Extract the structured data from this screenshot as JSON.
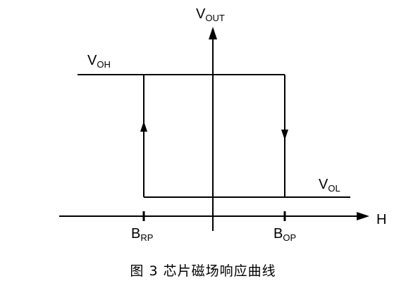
{
  "labels": {
    "v_out": {
      "main": "V",
      "sub": "OUT"
    },
    "v_oh": {
      "main": "V",
      "sub": "OH"
    },
    "v_ol": {
      "main": "V",
      "sub": "OL"
    },
    "b_rp": {
      "main": "B",
      "sub": "RP"
    },
    "b_op": {
      "main": "B",
      "sub": "OP"
    },
    "h_axis": "H"
  },
  "caption": "图 3 芯片磁场响应曲线",
  "colors": {
    "line": "#000000",
    "background": "#ffffff"
  }
}
